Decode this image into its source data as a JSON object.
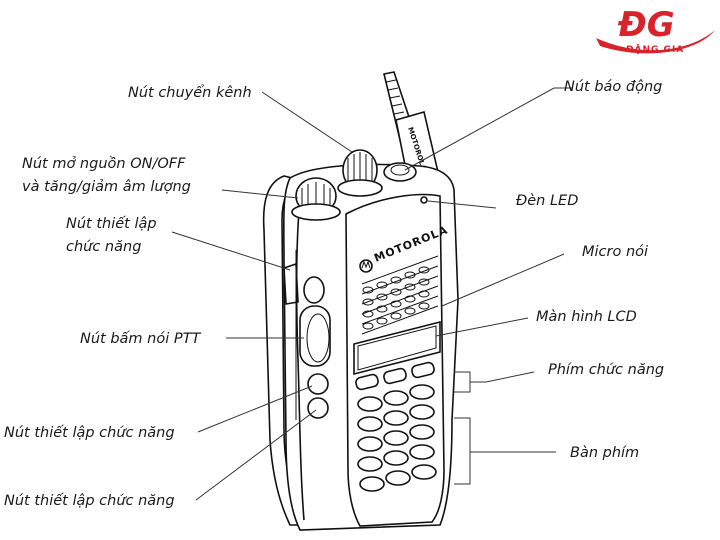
{
  "logo": {
    "mark": "ĐG",
    "subtitle": "ĐẶNG GIA",
    "color": "#d9232a"
  },
  "device": {
    "brand": "MOTOROLA",
    "antenna_brand": "MOTOROLA"
  },
  "labels": {
    "channel_knob": "Nút chuyển kênh",
    "emergency": "Nút báo động",
    "power_line1": "Nút mở nguồn ON/OFF",
    "power_line2": "và tăng/giảm âm lượng",
    "led": "Đèn LED",
    "setup_top_line1": "Nút thiết lập",
    "setup_top_line2": "chức năng",
    "microphone": "Micro nói",
    "lcd": "Màn hình LCD",
    "ptt": "Nút bấm nói PTT",
    "function_keys": "Phím chức năng",
    "setup_mid": "Nút thiết lập chức năng",
    "keypad": "Bàn phím",
    "setup_bottom": "Nút thiết lập chức năng"
  }
}
